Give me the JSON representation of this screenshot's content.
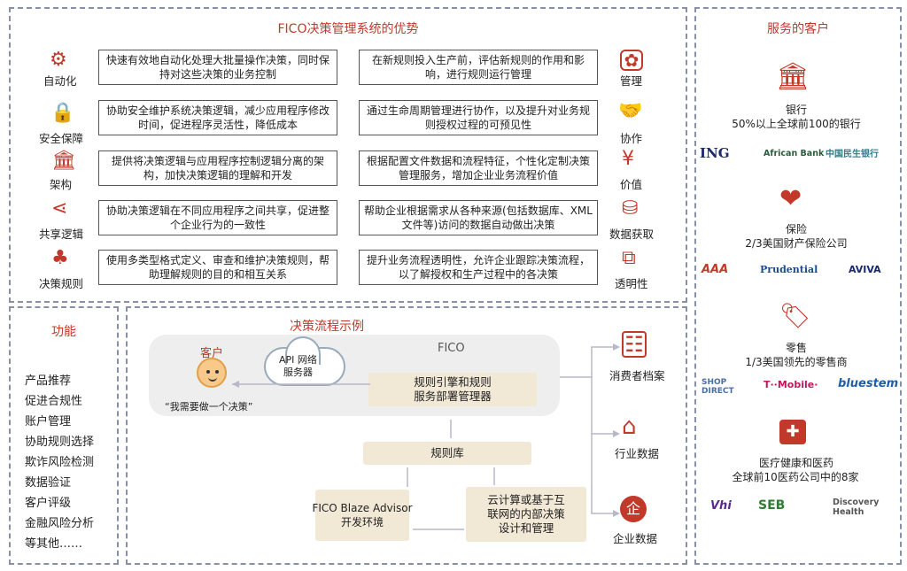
{
  "advantages": {
    "title": "FICO决策管理系统的优势",
    "left": [
      {
        "label": "自动化",
        "text": "快速有效地自动化处理大批量操作决策，同时保持对这些决策的业务控制",
        "icon": "gears-icon"
      },
      {
        "label": "安全保障",
        "text": "协助安全维护系统决策逻辑，减少应用程序修改时间，促进程序灵活性，降低成本",
        "icon": "lock-shield-icon"
      },
      {
        "label": "架构",
        "text": "提供将决策逻辑与应用程序控制逻辑分离的架构，加快决策逻辑的理解和开发",
        "icon": "building-icon"
      },
      {
        "label": "共享逻辑",
        "text": "协助决策逻辑在不同应用程序之间共享，促进整个企业行为的一致性",
        "icon": "share-icon"
      },
      {
        "label": "决策规则",
        "text": "使用多类型格式定义、审查和维护决策规则，帮助理解规则的目的和相互关系",
        "icon": "org-chart-icon"
      }
    ],
    "right": [
      {
        "label": "管理",
        "text": "在新规则投入生产前，评估新规则的作用和影响，进行规则运行管理",
        "icon": "manage-icon"
      },
      {
        "label": "协作",
        "text": "通过生命周期管理进行协作，以及提升对业务规则授权过程的可预见性",
        "icon": "handshake-icon"
      },
      {
        "label": "价值",
        "text": "根据配置文件数据和流程特征，个性化定制决策管理服务，增加企业业务流程价值",
        "icon": "yen-hand-icon"
      },
      {
        "label": "数据获取",
        "text": "帮助企业根据需求从各种来源(包括数据库、XML文件等)访问的数据自动做出决策",
        "icon": "database-icon"
      },
      {
        "label": "透明性",
        "text": "提升业务流程透明性，允许企业跟踪决策流程，以了解授权和生产过程中的各决策",
        "icon": "transparency-icon"
      }
    ]
  },
  "functions": {
    "title": "功能",
    "items": [
      "产品推荐",
      "促进合规性",
      "账户管理",
      "协助规则选择",
      "欺诈风险检测",
      "数据验证",
      "客户评级",
      "金融风险分析",
      "等其他……"
    ]
  },
  "flow": {
    "title": "决策流程示例",
    "customer_label": "客户",
    "customer_quote": "“我需要做一个决策”",
    "api_label": "API 网络\n服务器",
    "fico_label": "FICO",
    "engine_label": "规则引擎和规则\n服务部署管理器",
    "rulebase_label": "规则库",
    "blaze_label": "FICO Blaze Advisor\n开发环境",
    "cloud_label": "云计算或基于互\n联网的内部决策\n设计和管理",
    "outputs": [
      {
        "label": "消费者档案",
        "icon": "profile-icon"
      },
      {
        "label": "行业数据",
        "icon": "industry-icon"
      },
      {
        "label": "企业数据",
        "icon": "enterprise-icon"
      }
    ]
  },
  "clients": {
    "title": "服务的客户",
    "groups": [
      {
        "name": "银行",
        "desc": "50%以上全球前100的银行",
        "icon": "bank-icon",
        "logos": [
          "ING",
          "African Bank",
          "中国民生银行"
        ]
      },
      {
        "name": "保险",
        "desc": "2/3美国财产保险公司",
        "icon": "heart-hand-icon",
        "logos": [
          "AAA",
          "Prudential",
          "AVIVA"
        ]
      },
      {
        "name": "零售",
        "desc": "1/3美国领先的零售商",
        "icon": "tag-icon",
        "logos": [
          "SHOP DIRECT",
          "T··Mobile·",
          "bluestem"
        ]
      },
      {
        "name": "医疗健康和医药",
        "desc": "全球前10医药公司中的8家",
        "icon": "medkit-icon",
        "logos": [
          "Vhi",
          "SEB",
          "Discovery Health"
        ]
      }
    ]
  },
  "colors": {
    "accent": "#c0392b",
    "beige": "#f2e8d6",
    "border": "#8a8fa8"
  }
}
